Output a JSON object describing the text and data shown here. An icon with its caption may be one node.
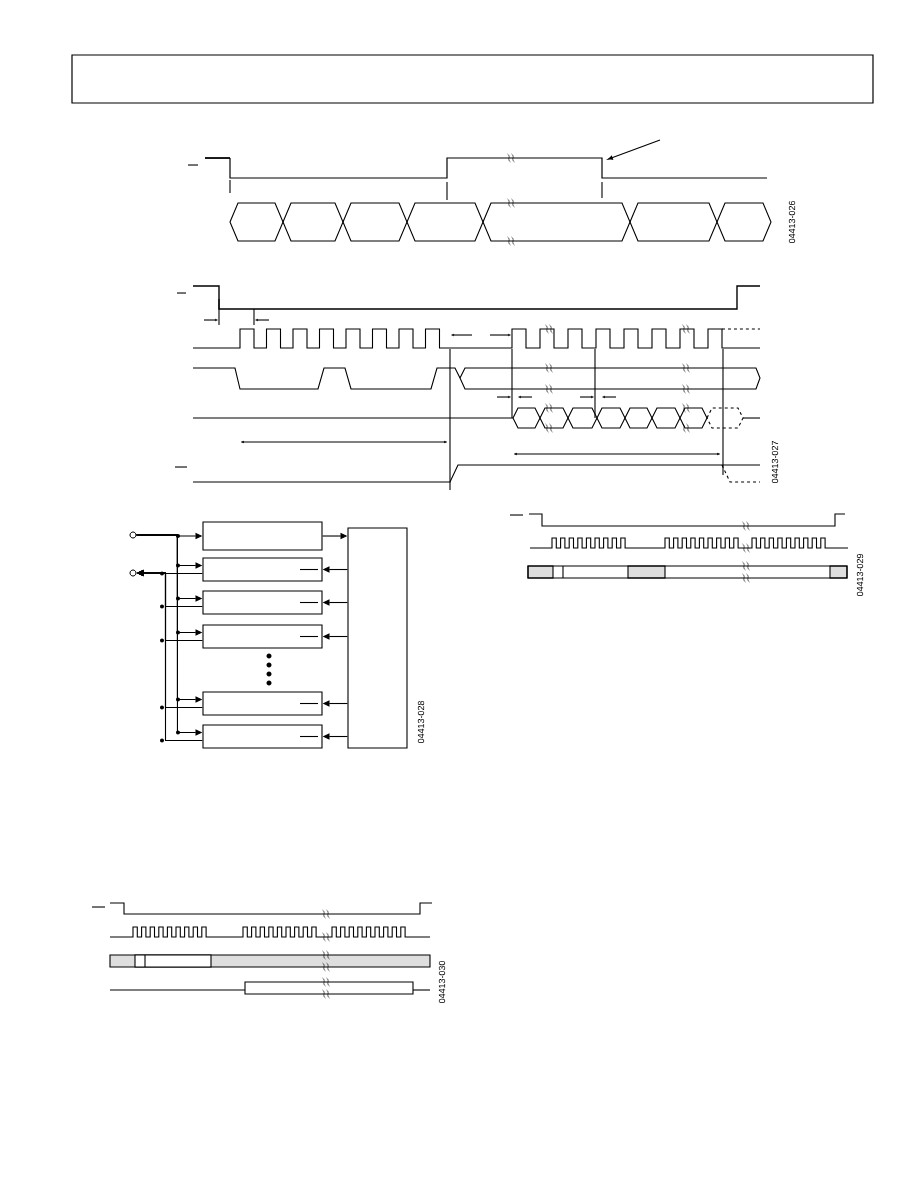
{
  "diagram": {
    "nodes": [
      {
        "text": [],
        "shape": "circle"
      },
      {
        "text": [],
        "shape": "circle"
      },
      {
        "text": [],
        "shape": "box"
      },
      {
        "text": [],
        "shape": "box"
      },
      {
        "text": [],
        "shape": "box"
      },
      {
        "text": [],
        "shape": "box"
      },
      {
        "text": [],
        "shape": "box"
      },
      {
        "text": [],
        "shape": "box"
      },
      {
        "text": [],
        "shape": "box"
      }
    ],
    "edges": [
      {
        "from": 0,
        "to": 2,
        "arrow": "to"
      },
      {
        "from": 0,
        "to": 3,
        "arrow": "to"
      },
      {
        "from": 0,
        "to": 4,
        "arrow": "to"
      },
      {
        "from": 0,
        "to": 5,
        "arrow": "to"
      },
      {
        "from": 0,
        "to": 6,
        "arrow": "to"
      },
      {
        "from": 0,
        "to": 7,
        "arrow": "to"
      },
      {
        "from": 2,
        "to": 8,
        "arrow": "to"
      },
      {
        "from": 8,
        "to": 3,
        "arrow": "to"
      },
      {
        "from": 8,
        "to": 4,
        "arrow": "to"
      },
      {
        "from": 8,
        "to": 5,
        "arrow": "to"
      },
      {
        "from": 8,
        "to": 6,
        "arrow": "to"
      },
      {
        "from": 8,
        "to": 7,
        "arrow": "to"
      },
      {
        "from": 3,
        "to": 1,
        "arrow": "to"
      },
      {
        "from": 4,
        "to": 1,
        "arrow": "to"
      },
      {
        "from": 5,
        "to": 1,
        "arrow": "to"
      },
      {
        "from": 6,
        "to": 1,
        "arrow": "to"
      },
      {
        "from": 7,
        "to": 1,
        "arrow": "to"
      }
    ],
    "labels": [
      "04413-026",
      "04413-027",
      "04413-029",
      "04413-028",
      "04413-030"
    ]
  }
}
